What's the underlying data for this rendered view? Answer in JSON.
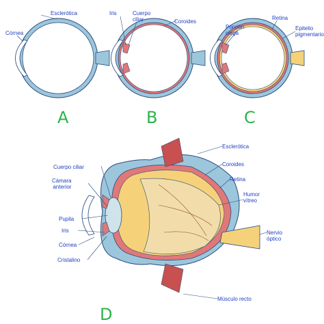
{
  "panels": {
    "a": {
      "letter": "A",
      "labels": {
        "sclera": "Esclerótica",
        "cornea": "Córnea"
      }
    },
    "b": {
      "letter": "B",
      "labels": {
        "iris": "Iris",
        "ciliary": "Cuerpo\nciliar",
        "choroid": "Coroides"
      }
    },
    "c": {
      "letter": "C",
      "labels": {
        "retina": "Retina",
        "blind": "Porción\nciega",
        "epithelium": "Epitelio\npigmentario"
      }
    },
    "d": {
      "letter": "D",
      "labels": {
        "sclera": "Esclerótica",
        "choroid": "Coroides",
        "retina": "Retina",
        "vitreous": "Humor\nvítreo",
        "nerve": "Nervio\nóptico",
        "muscle": "Músculo recto",
        "ciliary": "Cuerpo ciliar",
        "chamber": "Cámara\nanterior",
        "pupil": "Pupila",
        "iris": "Iris",
        "cornea": "Córnea",
        "lens": "Cristalino"
      }
    }
  },
  "colors": {
    "sclera": "#9cc6dc",
    "outline": "#2a4a7a",
    "choroid": "#e07878",
    "retina": "#f5d27a",
    "label": "#1f3fbf",
    "letter": "#2cb34a",
    "vitreous": "#f2ddaa",
    "muscle": "#c85050"
  }
}
